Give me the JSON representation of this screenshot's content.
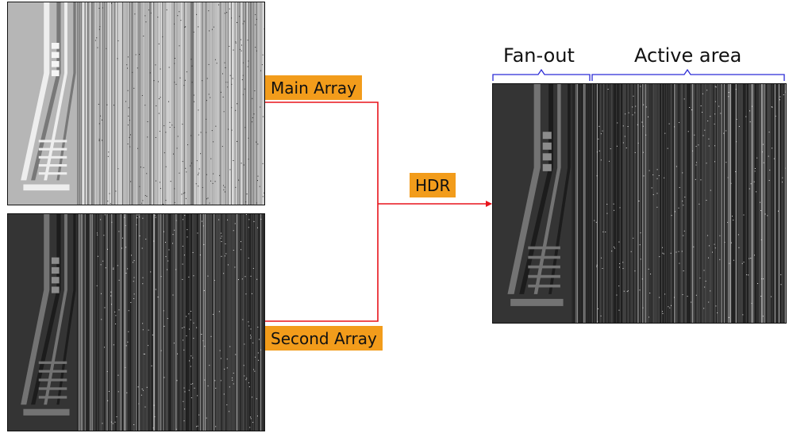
{
  "labels": {
    "main_array": "Main Array",
    "second_array": "Second Array",
    "hdr": "HDR",
    "fan_out": "Fan-out",
    "active_area": "Active area"
  },
  "colors": {
    "label_fill": "#f29c1b",
    "connector": "#e8141c",
    "brace": "#2b2bd6"
  },
  "images": {
    "main_array": "bright sensor image, fan-out traces at left, vertical line texture at right",
    "second_array": "dark sensor image, fan-out traces at left, vertical line texture at right",
    "hdr": "combined HDR sensor image, fan-out traces at left, vertical line texture at right"
  }
}
